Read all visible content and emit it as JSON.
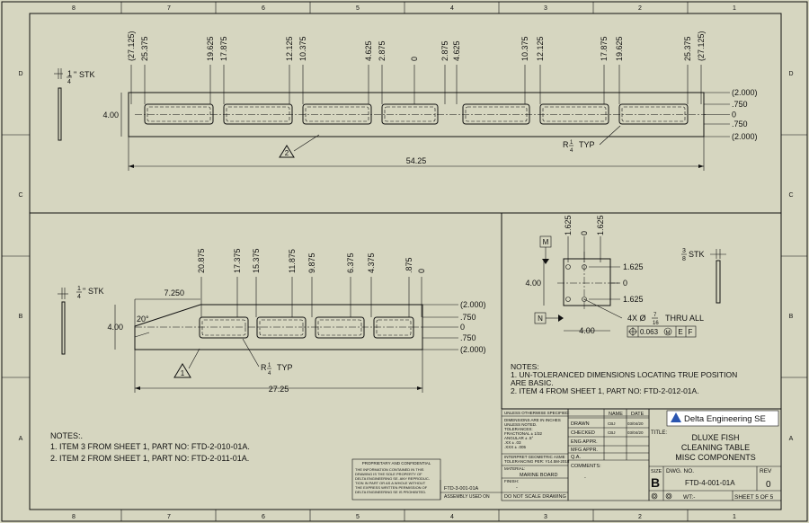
{
  "border": {
    "col_labels": [
      "8",
      "7",
      "6",
      "5",
      "4",
      "3",
      "2",
      "1"
    ],
    "row_labels": [
      "D",
      "C",
      "B",
      "A"
    ]
  },
  "view1": {
    "stock": {
      "num": "1",
      "den": "4",
      "unit": "\"",
      "label": "STK"
    },
    "top_dims": [
      "(27.125)",
      "25.375",
      "19.625",
      "17.875",
      "12.125",
      "10.375",
      "4.625",
      "2.875",
      "0",
      "2.875",
      "4.625",
      "10.375",
      "12.125",
      "17.875",
      "19.625",
      "25.375",
      "(27.125)"
    ],
    "right_dims": [
      "(2.000)",
      ".750",
      "0",
      ".750",
      "(2.000)"
    ],
    "height": "4.00",
    "length": "54.25",
    "radius": {
      "prefix": "R",
      "num": "1",
      "den": "4",
      "suffix": "TYP"
    },
    "note_tag": "2"
  },
  "view2": {
    "stock": {
      "num": "1",
      "den": "4",
      "unit": "\"",
      "label": "STK"
    },
    "top_dims": [
      "20.875",
      "17.375",
      "15.375",
      "11.875",
      "9.875",
      "6.375",
      "4.375",
      ".875",
      "0"
    ],
    "right_dims": [
      "(2.000)",
      ".750",
      "0",
      ".750",
      "(2.000)"
    ],
    "width_dim": "7.250",
    "angle": "20°",
    "height": "4.00",
    "length": "27.25",
    "radius": {
      "prefix": "R",
      "num": "1",
      "den": "4",
      "suffix": "TYP"
    },
    "note_tag": "1"
  },
  "view3": {
    "datum_m": "M",
    "datum_n": "N",
    "top_dims": [
      "1.625",
      "0",
      "1.625"
    ],
    "right_dims": [
      "1.625",
      "0",
      "1.625"
    ],
    "height": "4.00",
    "width": "4.00",
    "hole_callout": {
      "prefix": "4X Ø",
      "num": "7",
      "den": "16",
      "suffix": "THRU ALL"
    },
    "fcf": {
      "tolerance": "0.063",
      "modifier": "M",
      "datum1": "E",
      "datum2": "F"
    }
  },
  "view4": {
    "stock": {
      "num": "3",
      "den": "8",
      "label": "STK"
    }
  },
  "notes_right": {
    "title": "NOTES:",
    "lines": [
      "1.    UN-TOLERANCED DIMENSIONS LOCATING TRUE POSITION",
      "        ARE BASIC.",
      "2.    ITEM 4 FROM SHEET 1, PART NO: FTD-2-012-01A."
    ]
  },
  "notes_left": {
    "title": "NOTES:.",
    "lines": [
      "1.    ITEM 3 FROM SHEET 1, PART NO: FTD-2-010-01A.",
      "2.    ITEM 2 FROM SHEET 1, PART NO: FTD-2-011-01A."
    ]
  },
  "proprietary": {
    "title": "PROPRIETARY AND CONFIDENTIAL",
    "lines": [
      "THE INFORMATION CONTAINED IN THIS",
      "DRAWING IS THE SOLE PROPERTY OF",
      "DELTA ENGINEERING SE. ANY REPRODUC-",
      "TION IN PART OR AS A WHOLE WITHOUT",
      "THE EXPRESS WRITTEN PERMISSION OF",
      "DELTA ENGINEERING SE IS PROHIBITED."
    ]
  },
  "next_assy": {
    "value": "FTD-3-001-01A",
    "label": "ASSEMBLY USED ON"
  },
  "spec_block": {
    "header": "UNLESS OTHERWISE SPECIFIED:",
    "lines": [
      "DIMENSIONS ARE IN INCHES",
      "UNLESS NOTED.",
      "TOLERANCES:",
      "FRACTIONAL ± 1/32",
      "ANGULAR ± .5°",
      ".XX ± .03",
      ".XXX ± .005"
    ],
    "interp": "INTERPRET GEOMETRIC ASME",
    "interp2": "TOLERANCING PER: Y14.5M-2018",
    "material_label": "MATERIAL:",
    "material": "MARINE BOARD",
    "finish_label": "FINISH:",
    "finish": "-",
    "no_scale": "DO NOT SCALE DRAWING"
  },
  "approvals": {
    "name_header": "NAME",
    "date_header": "DATE",
    "rows": [
      {
        "label": "DRAWN",
        "name": "CBJ",
        "date": "03/04/20"
      },
      {
        "label": "CHECKED",
        "name": "CBJ",
        "date": "03/04/20"
      },
      {
        "label": "ENG APPR.",
        "name": "",
        "date": ""
      },
      {
        "label": "MFG APPR.",
        "name": "",
        "date": ""
      },
      {
        "label": "Q.A.",
        "name": "",
        "date": ""
      },
      {
        "label": "COMMENTS:",
        "name": "",
        "date": ""
      }
    ],
    "comment": "-"
  },
  "title_block": {
    "company": "Delta Engineering SE",
    "title_label": "TITLE:",
    "title_lines": [
      "DLUXE FISH",
      "CLEANING TABLE",
      "MISC COMPONENTS"
    ],
    "size_label": "SIZE",
    "size": "B",
    "dwg_label": "DWG.  NO.",
    "dwg_no": "FTD-4-001-01A",
    "rev_label": "REV",
    "rev": "0",
    "wt": "WT:-",
    "sheet": "SHEET 5 OF 5"
  }
}
